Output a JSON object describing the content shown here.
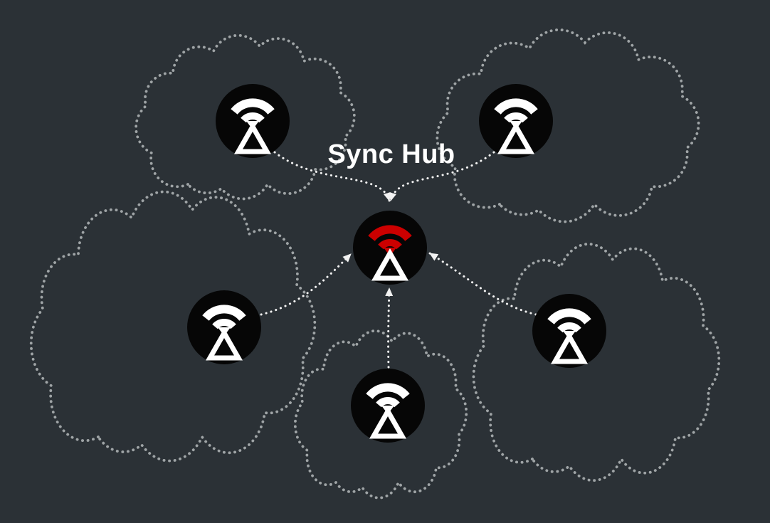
{
  "diagram": {
    "title": "Sync Hub",
    "layout": "hub-and-spoke",
    "colors": {
      "background": "#2b3136",
      "cloud_stroke": "#9fa4a6",
      "node_fill": "#060606",
      "icon_color": "#ffffff",
      "hub_accent": "#cc0000",
      "arrow_color": "#f2f2f2",
      "title_color": "#ffffff"
    },
    "hub": {
      "id": "hub",
      "label": "Sync Hub"
    },
    "peers": [
      {
        "id": "top-left"
      },
      {
        "id": "top-right"
      },
      {
        "id": "mid-left"
      },
      {
        "id": "bottom-center"
      },
      {
        "id": "mid-right"
      }
    ],
    "edges": [
      {
        "from": "top-left",
        "to": "hub"
      },
      {
        "from": "top-right",
        "to": "hub"
      },
      {
        "from": "mid-left",
        "to": "hub"
      },
      {
        "from": "bottom-center",
        "to": "hub"
      },
      {
        "from": "mid-right",
        "to": "hub"
      }
    ]
  }
}
